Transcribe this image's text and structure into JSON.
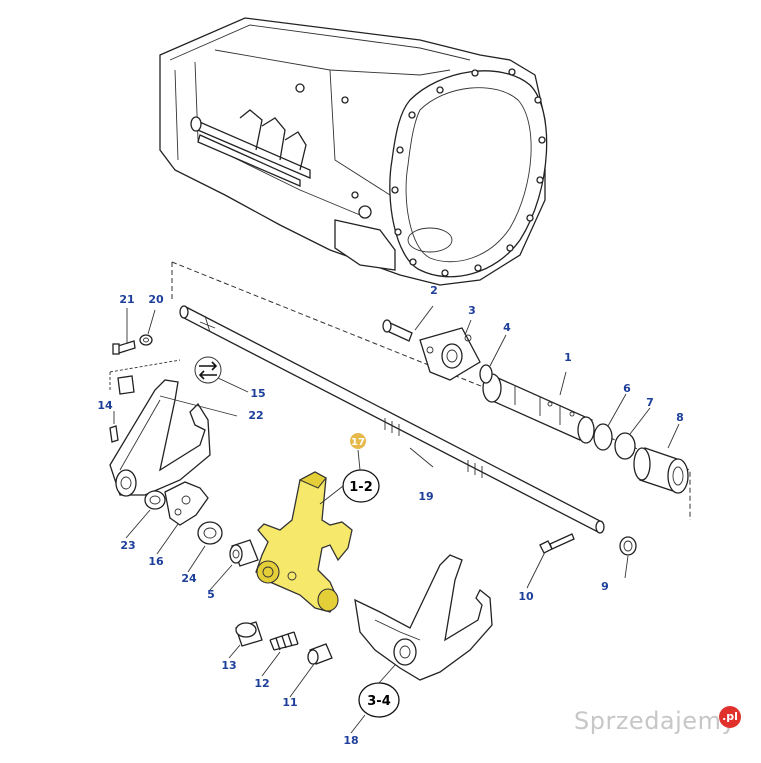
{
  "diagram": {
    "callouts": [
      {
        "id": "1",
        "label": "1"
      },
      {
        "id": "2",
        "label": "2"
      },
      {
        "id": "3",
        "label": "3"
      },
      {
        "id": "4",
        "label": "4"
      },
      {
        "id": "5",
        "label": "5"
      },
      {
        "id": "6",
        "label": "6"
      },
      {
        "id": "7",
        "label": "7"
      },
      {
        "id": "8",
        "label": "8"
      },
      {
        "id": "9",
        "label": "9"
      },
      {
        "id": "10",
        "label": "10"
      },
      {
        "id": "11",
        "label": "11"
      },
      {
        "id": "12",
        "label": "12"
      },
      {
        "id": "13",
        "label": "13"
      },
      {
        "id": "14",
        "label": "14"
      },
      {
        "id": "15",
        "label": "15"
      },
      {
        "id": "16",
        "label": "16"
      },
      {
        "id": "17",
        "label": "17"
      },
      {
        "id": "18",
        "label": "18"
      },
      {
        "id": "19",
        "label": "19"
      },
      {
        "id": "20",
        "label": "20"
      },
      {
        "id": "21",
        "label": "21"
      },
      {
        "id": "22",
        "label": "22"
      },
      {
        "id": "23",
        "label": "23"
      },
      {
        "id": "24",
        "label": "24"
      }
    ],
    "group_labels": {
      "fork_1_2": "1-2",
      "fork_3_4": "3-4"
    },
    "highlighted_part": "17",
    "colors": {
      "callout_text": "#1d3f9a",
      "highlight_fill": "#f6e86a",
      "highlight_badge": "#e6b94a"
    }
  },
  "watermark": {
    "text": "Sprzedajemy",
    "badge": ".pl"
  }
}
